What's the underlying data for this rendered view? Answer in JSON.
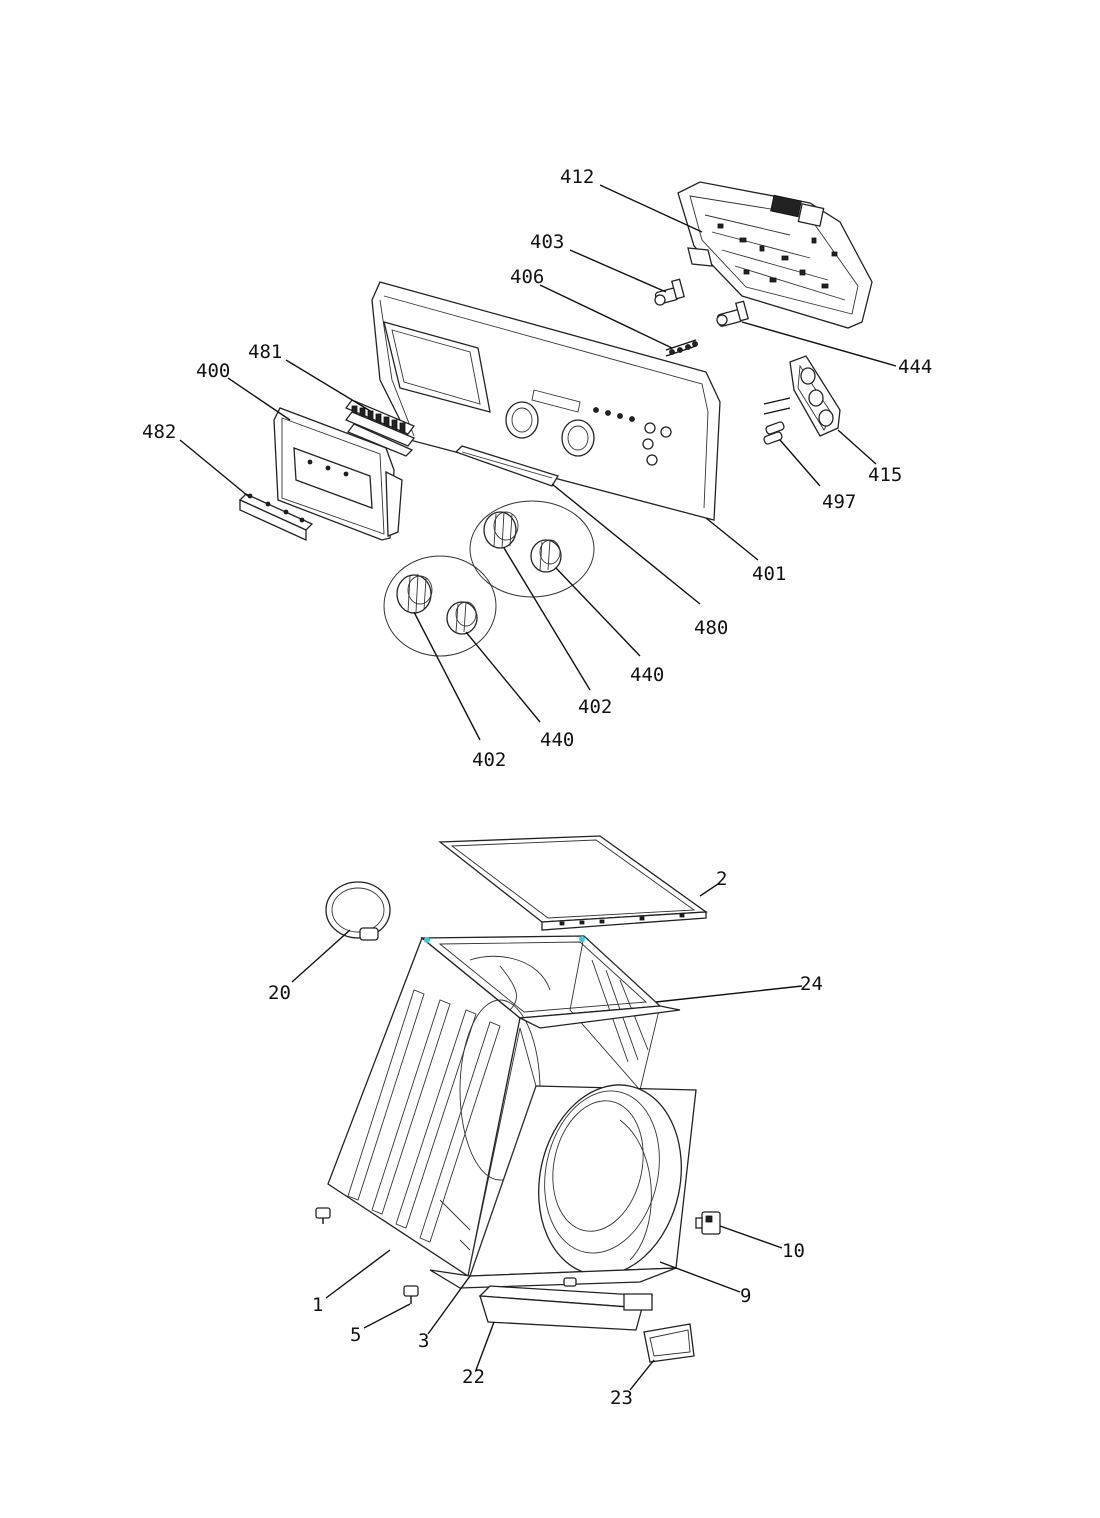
{
  "diagrams": {
    "control_panel": {
      "callouts": [
        "412",
        "403",
        "406",
        "444",
        "481",
        "400",
        "482",
        "415",
        "497",
        "401",
        "480",
        "440",
        "402",
        "440",
        "402"
      ]
    },
    "cabinet": {
      "callouts": [
        "2",
        "20",
        "24",
        "10",
        "1",
        "9",
        "5",
        "3",
        "22",
        "23"
      ]
    }
  },
  "colors": {
    "line": "#111111",
    "marker": "#3cc6e6"
  }
}
